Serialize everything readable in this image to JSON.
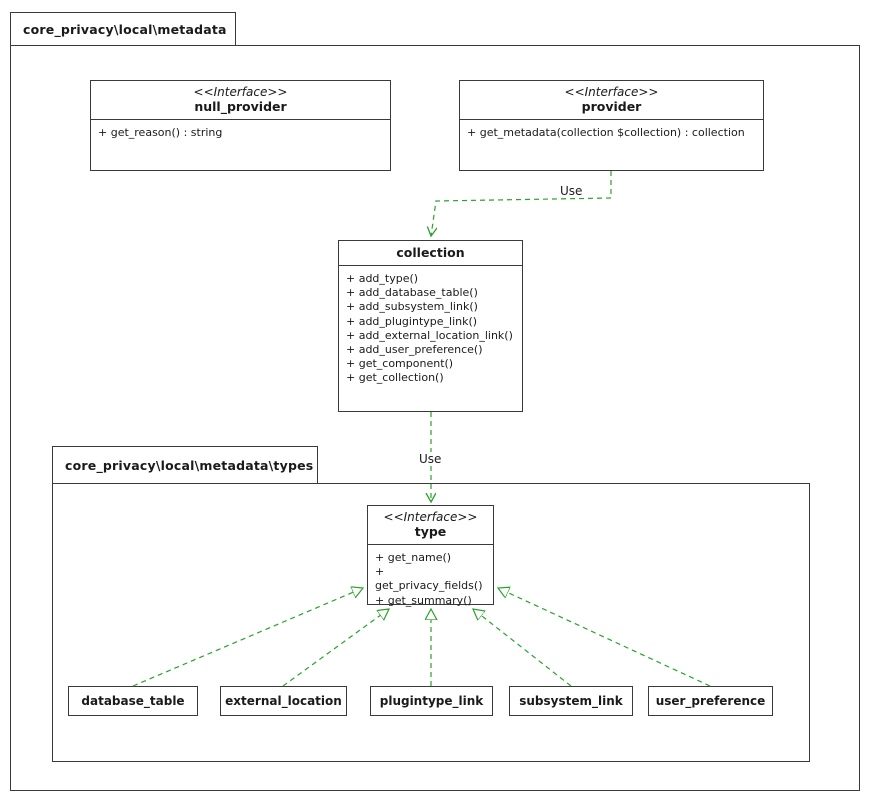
{
  "diagram": {
    "type": "uml-class-diagram",
    "outer_package": "core_privacy\\local\\metadata",
    "inner_package": "core_privacy\\local\\metadata\\types"
  },
  "classes": {
    "null_provider": {
      "stereotype": "<<Interface>>",
      "name": "null_provider",
      "members": [
        "+ get_reason() : string"
      ]
    },
    "provider": {
      "stereotype": "<<Interface>>",
      "name": "provider",
      "members": [
        "+ get_metadata(collection $collection) : collection"
      ]
    },
    "collection": {
      "name": "collection",
      "members": [
        "+ add_type()",
        "+ add_database_table()",
        "+ add_subsystem_link()",
        "+ add_plugintype_link()",
        "+ add_external_location_link()",
        "+ add_user_preference()",
        "+ get_component()",
        "+ get_collection()"
      ]
    },
    "type": {
      "stereotype": "<<Interface>>",
      "name": "type",
      "members": [
        "+ get_name()",
        "+ get_privacy_fields()",
        "+ get_summary()"
      ]
    }
  },
  "subtypes": [
    "database_table",
    "external_location",
    "plugintype_link",
    "subsystem_link",
    "user_preference"
  ],
  "edges": {
    "provider_to_collection_label": "Use",
    "collection_to_type_label": "Use",
    "connector_color": "#2aa22a",
    "frame_color": "#3a3a3a"
  }
}
